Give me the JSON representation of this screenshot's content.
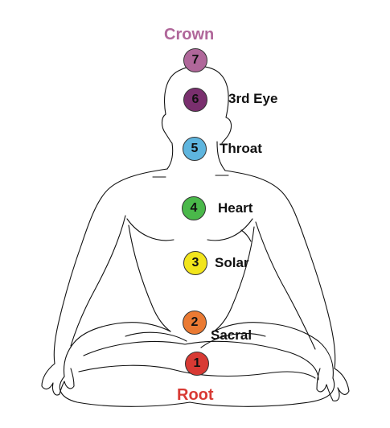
{
  "chakras": [
    {
      "number": "7",
      "name": "Crown",
      "color": "#b0679a",
      "label_color": "#b0679a"
    },
    {
      "number": "6",
      "name": "3rd Eye",
      "color": "#7a2f6e",
      "label_color": "#111111"
    },
    {
      "number": "5",
      "name": "Throat",
      "color": "#5eb5de",
      "label_color": "#111111"
    },
    {
      "number": "4",
      "name": "Heart",
      "color": "#4ab84a",
      "label_color": "#111111"
    },
    {
      "number": "3",
      "name": "Solar",
      "color": "#f2e51c",
      "label_color": "#111111"
    },
    {
      "number": "2",
      "name": "Sacral",
      "color": "#ea7a33",
      "label_color": "#111111"
    },
    {
      "number": "1",
      "name": "Root",
      "color": "#d83a34",
      "label_color": "#d83a34"
    }
  ]
}
